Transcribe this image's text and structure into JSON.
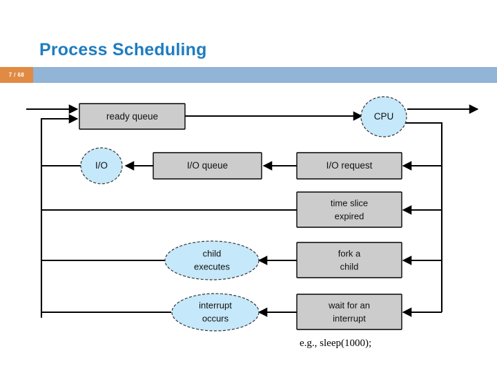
{
  "slide": {
    "title": "Process Scheduling",
    "page_badge": "7 / 68",
    "annotation": "e.g., sleep(1000);",
    "colors": {
      "title": "#1f7cc0",
      "header_band": "#92b4d6",
      "badge": "#e08a44",
      "box_fill": "#cccccc",
      "ellipse_fill": "#c5e8fa",
      "edge": "#000000"
    }
  },
  "diagram": {
    "type": "queueing-diagram",
    "name": "process-scheduling-queueing-diagram",
    "boxes": [
      {
        "id": "ready-queue",
        "label": "ready queue",
        "lines": [
          "ready queue"
        ]
      },
      {
        "id": "io-queue",
        "label": "I/O queue",
        "lines": [
          "I/O queue"
        ]
      },
      {
        "id": "io-request",
        "label": "I/O request",
        "lines": [
          "I/O request"
        ]
      },
      {
        "id": "time-slice-expired",
        "label": "time slice expired",
        "lines": [
          "time slice",
          "expired"
        ]
      },
      {
        "id": "fork-a-child",
        "label": "fork a child",
        "lines": [
          "fork a",
          "child"
        ]
      },
      {
        "id": "wait-for-interrupt",
        "label": "wait for an interrupt",
        "lines": [
          "wait for an",
          "interrupt"
        ]
      }
    ],
    "ellipses": [
      {
        "id": "cpu",
        "label": "CPU",
        "lines": [
          "CPU"
        ]
      },
      {
        "id": "io",
        "label": "I/O",
        "lines": [
          "I/O"
        ]
      },
      {
        "id": "child-executes",
        "label": "child executes",
        "lines": [
          "child",
          "executes"
        ]
      },
      {
        "id": "interrupt-occurs",
        "label": "interrupt occurs",
        "lines": [
          "interrupt",
          "occurs"
        ]
      }
    ]
  }
}
